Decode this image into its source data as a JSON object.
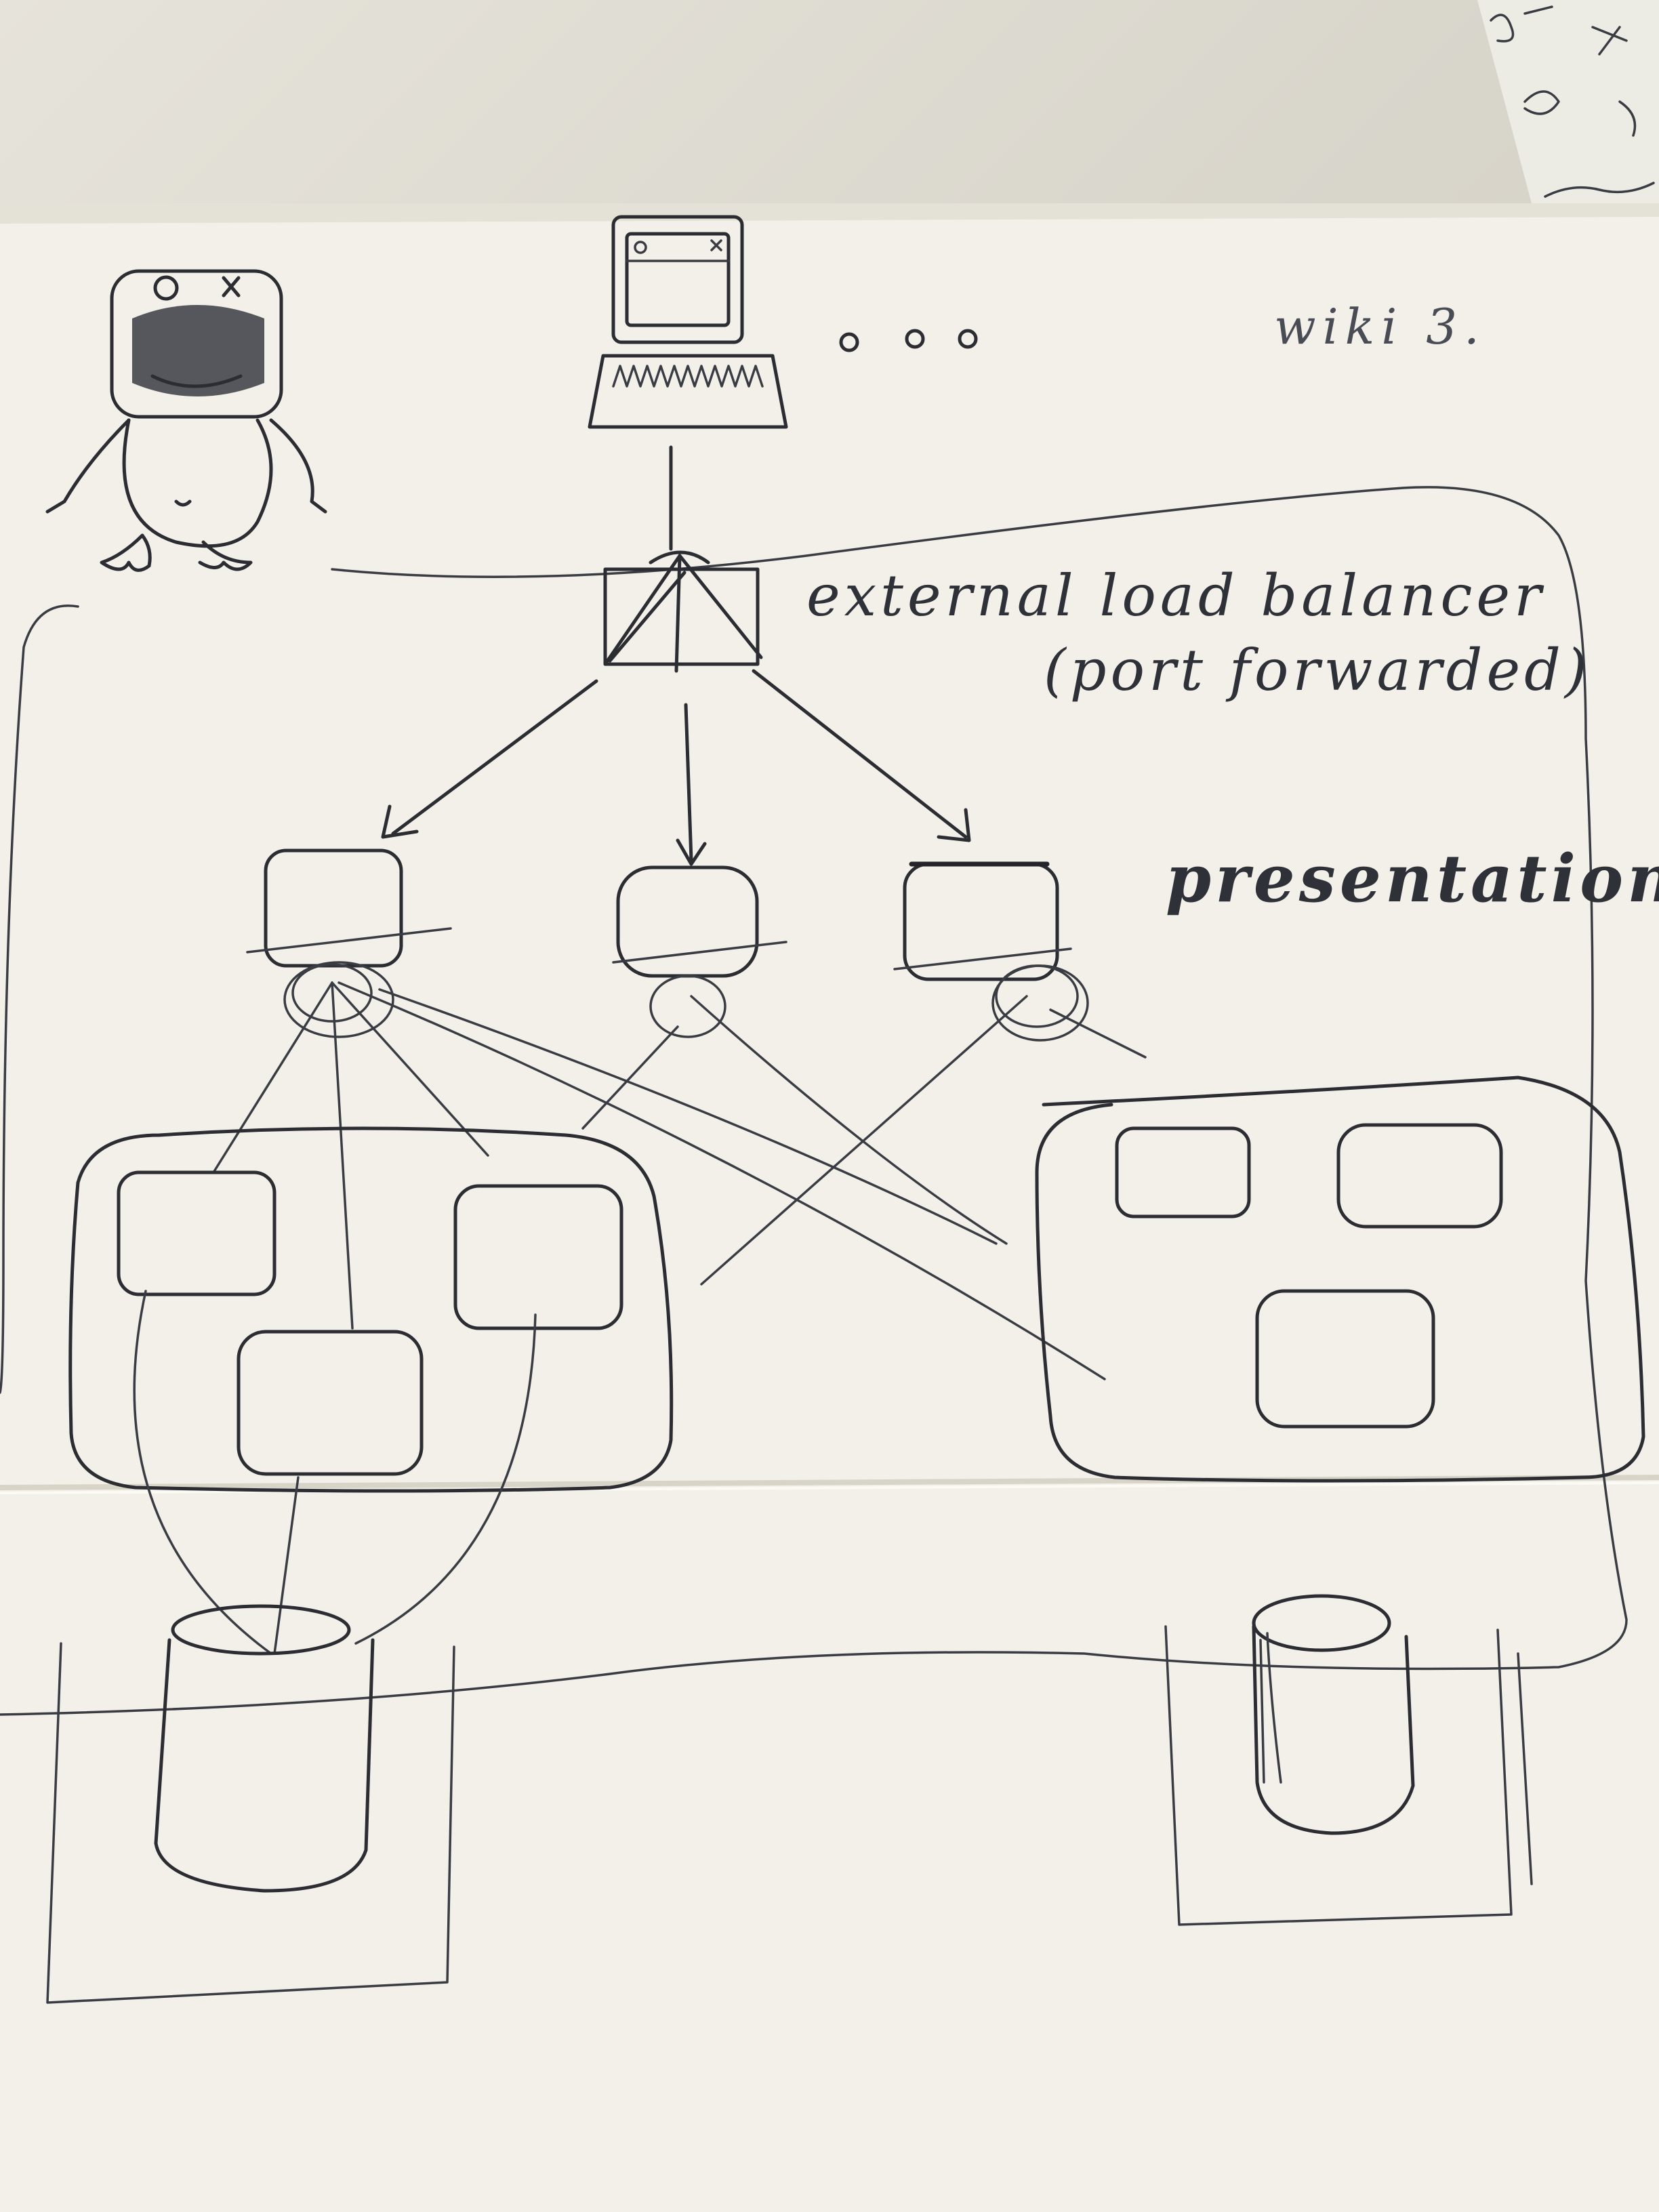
{
  "labels": {
    "wiki": "wiki 3.",
    "load_balancer": "external load balancer",
    "load_balancer_note": "(port forwarded)",
    "presentation": "presentation"
  },
  "colors": {
    "paper": "#f2f0e8",
    "ink": "#2b2d33"
  },
  "icons": [
    "tux-penguin-icon",
    "computer-terminal-icon",
    "load-balancer-icon",
    "server-icon",
    "database-cylinder-icon"
  ]
}
